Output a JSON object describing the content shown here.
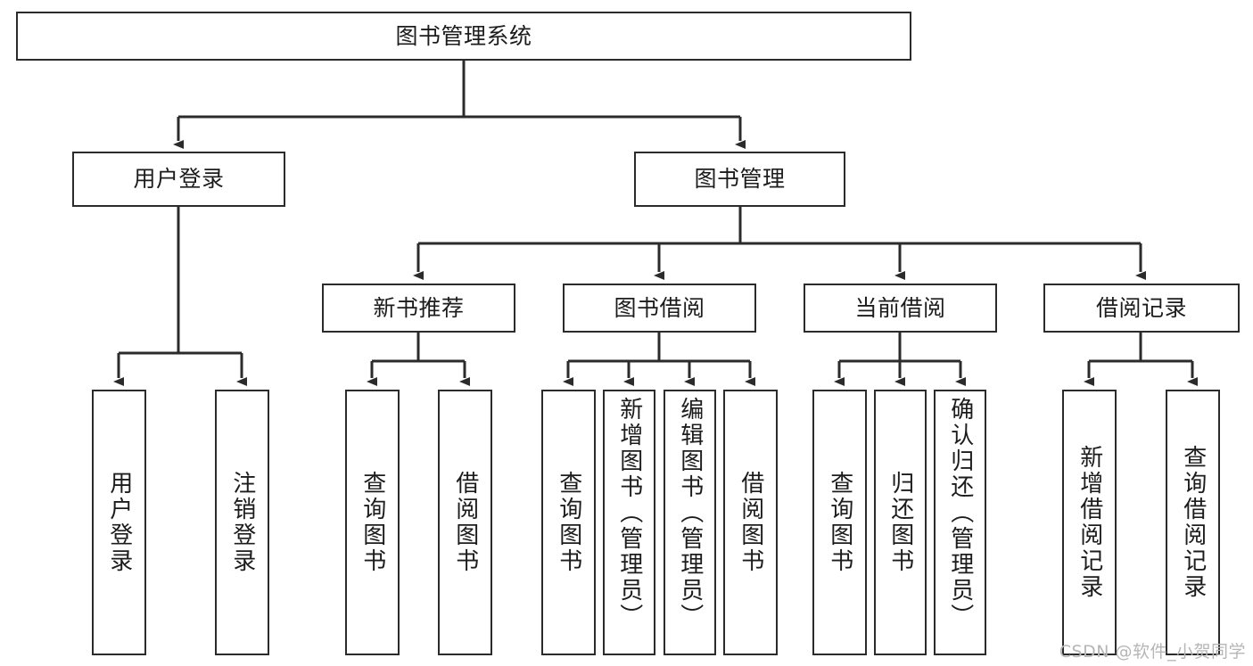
{
  "diagram": {
    "type": "tree-hierarchy-chart",
    "title": "图书管理系统",
    "watermark": "CSDN @软件_小贺同学",
    "colors": {
      "background": "#ffffff",
      "node_border": "#2b2b2b",
      "node_fill": "#ffffff",
      "connector": "#2b2b2b",
      "text": "#1c1c1c",
      "watermark": "#b6b6b6"
    },
    "root": {
      "label": "图书管理系统"
    },
    "level2": [
      {
        "label": "用户登录"
      },
      {
        "label": "图书管理"
      }
    ],
    "level3": [
      {
        "label": "新书推荐"
      },
      {
        "label": "图书借阅"
      },
      {
        "label": "当前借阅"
      },
      {
        "label": "借阅记录"
      }
    ],
    "leaves": {
      "user_login": [
        {
          "label": "用户登录"
        },
        {
          "label": "注销登录"
        }
      ],
      "new_book_recommend": [
        {
          "label": "查询图书"
        },
        {
          "label": "借阅图书"
        }
      ],
      "book_borrow": [
        {
          "label": "查询图书"
        },
        {
          "label": "新增图书（管理员）"
        },
        {
          "label": "编辑图书（管理员）"
        },
        {
          "label": "借阅图书"
        }
      ],
      "current_borrow": [
        {
          "label": "查询图书"
        },
        {
          "label": "归还图书"
        },
        {
          "label": "确认归还（管理员）"
        }
      ],
      "borrow_record": [
        {
          "label": "新增借阅记录"
        },
        {
          "label": "查询借阅记录"
        }
      ]
    }
  }
}
